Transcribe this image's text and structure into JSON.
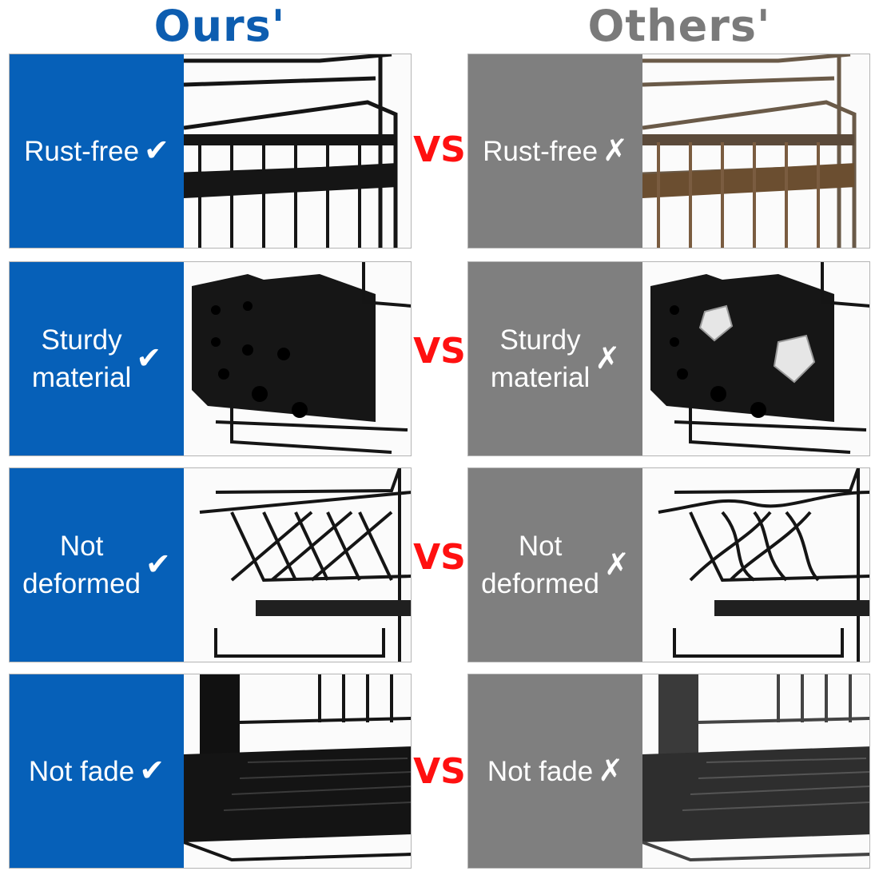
{
  "headings": {
    "ours": "Ours'",
    "others": "Others'"
  },
  "vs_label": "VS",
  "rows": [
    {
      "label": "Rust-free",
      "ours_mark": "✔",
      "others_mark": "✗",
      "photo": "rack-wire-corner"
    },
    {
      "label": "Sturdy\nmaterial",
      "ours_mark": "✔",
      "others_mark": "✗",
      "photo": "utensil-holder"
    },
    {
      "label": "Not\ndeformed",
      "ours_mark": "✔",
      "others_mark": "✗",
      "photo": "plate-rack"
    },
    {
      "label": "Not fade",
      "ours_mark": "✔",
      "others_mark": "✗",
      "photo": "drain-board"
    }
  ],
  "colors": {
    "ours_accent": "#0660b8",
    "others_accent": "#7f7f7f",
    "vs": "#ff1010"
  }
}
